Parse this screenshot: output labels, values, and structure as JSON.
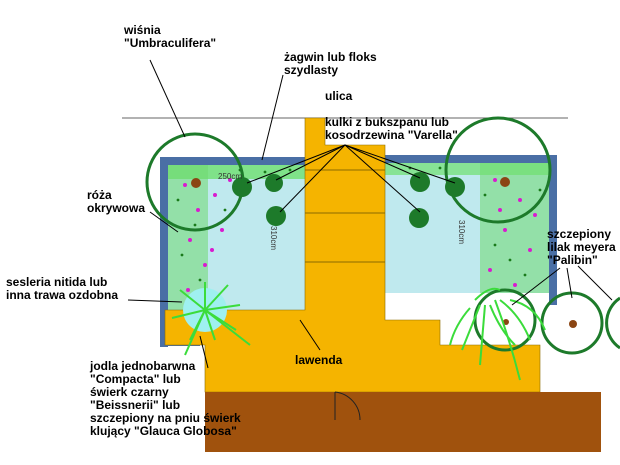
{
  "labels": {
    "cherry": "wiśnia\n\"Umbraculifera\"",
    "phlox": "żagwin lub floks\nszydlasty",
    "street": "ulica",
    "boxwood": "kulki z bukszpanu lub\nkosodrzewina \"Varella\"",
    "rose": "róża\nokrywowa",
    "sesleria": "sesleria nitida lub\ninna trawa ozdobna",
    "lilac": "szczepiony\nlilak meyera\n\"Palibin\"",
    "lavender": "lawenda",
    "fir": "jodla jednobarwna\n\"Compacta\" lub\nświerk czarny\n\"Beissnerii\" lub\nszczepiony na pniu świerk\nklujący \"Glauca Globosa\""
  },
  "dimensions": {
    "left_width": "250cm",
    "left_height": "310cm",
    "right_height": "310cm"
  },
  "colors": {
    "wall": "#4a6fa5",
    "path": "#f5b400",
    "deck": "#a0520d",
    "bed": "#bfe9ee",
    "plant_dark": "#1a7a1a",
    "plant_light": "#4fe34f",
    "flower": "#d81ccf",
    "crown": "#1d7a2a"
  }
}
